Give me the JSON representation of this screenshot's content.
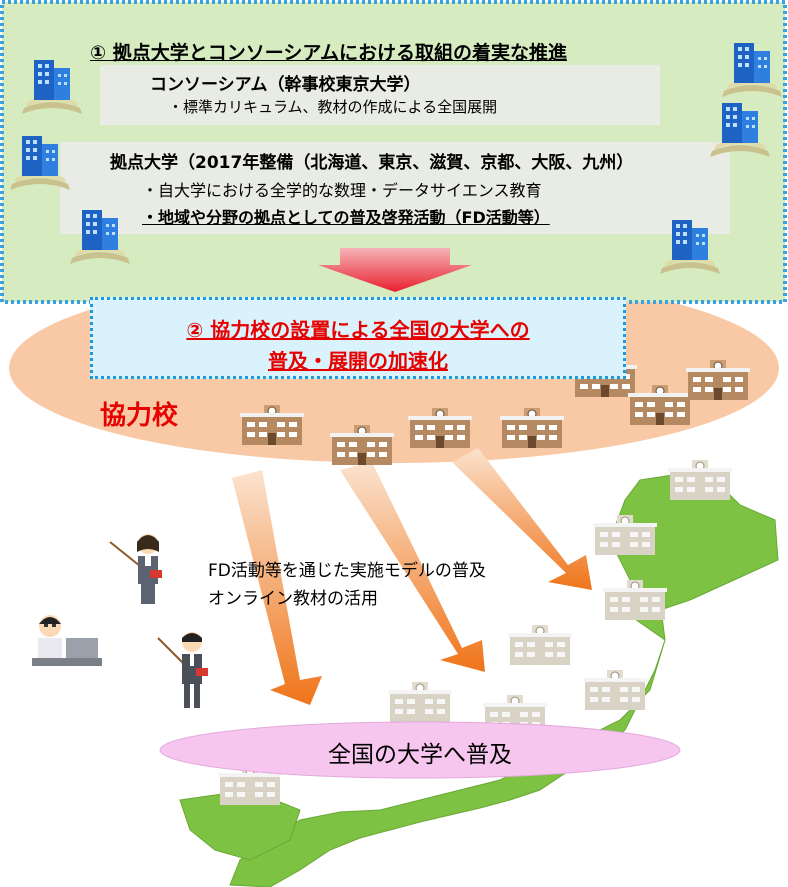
{
  "section1": {
    "title": "① 拠点大学とコンソーシアムにおける取組の着実な推進",
    "consortium": "コンソーシアム（幹事校東京大学）",
    "consortium_item": "・標準カリキュラム、教材の作成による全国展開",
    "base_univ": "拠点大学（2017年整備（北海道、東京、滋賀、京都、大阪、九州）",
    "base_item_1": "・自大学における全学的な数理・データサイエンス教育",
    "base_item_2": "・地域や分野の拠点としての普及啓発活動（FD活動等）"
  },
  "section2": {
    "line1": "② 協力校の設置による全国の大学への",
    "line2": "普及・展開の加速化",
    "cooperating_label": "協力校"
  },
  "diffusion": {
    "line1": "FD活動等を通じた実施モデルの普及",
    "line2": "オンライン教材の活用",
    "nationwide": "全国の大学へ普及"
  },
  "colors": {
    "top_panel_fill": "#d6ecc0",
    "top_panel_border": "#3aa3df",
    "ellipse_fill": "#f8c9a4",
    "coop_text": "#e60000",
    "arrow_orange": "#f07a20",
    "map_green": "#7dc242",
    "national_ellipse": "#f7c6ef"
  },
  "icons": [
    "office-building-icon",
    "school-building-icon",
    "teacher-icon",
    "laptop-user-icon",
    "japan-map-icon"
  ]
}
